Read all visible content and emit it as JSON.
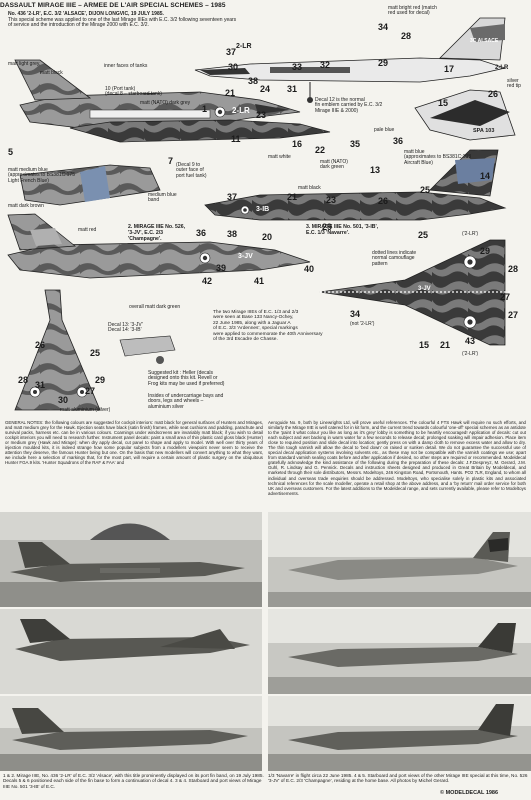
{
  "header": {
    "title": "DASSAULT MIRAGE IIIE – ARMEE DE L'AIR SPECIAL SCHEMES – 1985"
  },
  "intro": {
    "lead": "No. 436 '2-LR', E.C. 3/2 'ALSACE', DIJON LONGVIC, 19 JULY 1985.",
    "text": "This special scheme was applied to one of the last Mirage IIIEs with E.C. 3/2 following seventeen years of service and the introduction of the Mirage 2000 with E.C. 3/2."
  },
  "labels": {
    "matt_light_grey": "matt light grey",
    "matt_black_1": "matt black",
    "inner_faces": "inner faces of tanks",
    "decal_10": "10 (Port tank)\n(decal 8 – starboard tank)",
    "matt_nato_dark_grey": "matt (NATO) dark grey",
    "matt_bright_red": "matt bright red (match\nred used for decal)",
    "silver_red_tip": "silver\nred tip",
    "decal_12": "Decal 12 is the normal\nfin emblem carried by E.C. 3/2\nMirage IIIE & 2000)",
    "matt_white": "matt white",
    "pale_blue": "pale blue",
    "decal_9": "(Decal 9 to\nouter face of\nport fuel tank)",
    "matt_medium_blue": "matt medium blue\n(approximates to BS381C:175\nLight French Blue)",
    "medium_blue_band": "medium blue\nband",
    "matt_blue": "matt blue\n(approximates to BS381C:108\nAircraft Blue)",
    "matt_dark_brown": "matt dark brown",
    "matt_red": "matt red",
    "matt_nato_dark_green": "matt (NATO)\ndark green",
    "matt_black_2": "matt black",
    "overall_matt_dark_green": "overall matt dark green",
    "mirage_526": "2. MIRAGE IIIE No. 526,\n'3-JV', E.C. 2/3\n'Champagne'.",
    "mirage_501": "3. MIRAGE IIIE No. 501, '3-IB',\nE.C. 1/3 'Navarre'.",
    "dotted_lines": "dotted lines indicate\nnormal camouflage\npattern",
    "two_mirage": "The two Mirage IIIEs of E.C. 1/3 and 2/3\nwere seen at Base 133 Nancy-Ochey,\n22 June 1985, along with a Jaguar A\nof E.C. 3/3 'Ardennes', special markings\nwere applied to commemorate the 40th Anniversary\nof the 3rd Escadre de Chasse.",
    "decal_13": "Decal 13: '3-JV'\nDecal 14: '3-IB'",
    "matt_aluminium": "matt aluminium (silver)",
    "suggested_kit": "Suggested kit : Heller (decals\ndesigned onto this kit. Revell or\nFrog kits may be used if preferred)",
    "insides": "Insides of undercarriage bays and\ndoors, legs and wheels –\naluminium silver",
    "lr_note": "('2-LR')",
    "not_2lr": "(not '2-LR')"
  },
  "markings": {
    "code_2lr_a": "2-LR",
    "code_2lr_b": "2-LR",
    "code_2lr_c": "2-LR",
    "code_3jv_a": "3-JV",
    "code_3jv_b": "3-JV",
    "code_3ib": "3-IB",
    "code_spa": "SPA 103",
    "code_alsace": "3C ALSACE"
  },
  "numbers": {
    "n1": "1",
    "n5": "5",
    "n7": "7",
    "n10": "10",
    "n11": "11",
    "n12": "12",
    "n13": "13",
    "n14": "14",
    "n15": "15",
    "n16": "16",
    "n17": "17",
    "n20": "20",
    "n21": "21",
    "n22": "22",
    "n23": "23",
    "n24": "24",
    "n25": "25",
    "n26": "26",
    "n27": "27",
    "n28": "28",
    "n29": "29",
    "n30": "30",
    "n31": "31",
    "n32": "32",
    "n33": "33",
    "n34": "34",
    "n35": "35",
    "n36": "36",
    "n37": "37",
    "n38": "38",
    "n39": "39",
    "n40": "40",
    "n41": "41",
    "n42": "42",
    "n43": "43"
  },
  "body": {
    "col1": "GENERAL NOTES: the following colours are suggested for cockpit interiors: matt black for general surfaces of Hunters and Mirages, and matt medium grey for the Hawk. Ejection seats have black (satin finish) frames, while seat cushions and padding, parachute and survival packs, harness etc. can be in various colours. Coamings under windscreens are invariably matt black; if you wish to detail cockpit interiors you will need to research further. Instrument panel decals: paint a small area of thin plastic card gloss black (Hunter) or medium grey (Hawk and Mirage): when dry apply decal, cut panel to shape and apply to model. With well over thirty years of injection moulded kits, it is indeed strange how some popular subjects from a modellers viewpoint never seem to receive the attention they deserve, the famous Hunter being but one. On the basis that new modellers will convert anything to what they want, we include here a selection of markings that, for the most part, will require a certain amount of plastic surgery on the ubiquitous Hunter FGA.9 kits. 'Hunter Squadrons of the RAF & FAA' and",
    "col2": "Aeroguide No. 9, both by Linewrights Ltd, will prove useful references. The colourful 4 FTS Hawk will require no such efforts, and similarly the Mirage IIIE is well catered for in kit form, and the current trend towards colourful 'one-off' special schemes as an antidote to the 'paint it what colour you like as long as it's grey' lobby is something to be heartily encouraged! Application of decals: cut out each subject and wet backing in warm water for a few seconds to release decal; prolonged soaking will impair adhesion. Place item close to required position and slide decal into location; gently press on with a damp cloth to remove excess water and allow to dry. The thin tough varnish will allow the decal to 'bed down' on raised or sunken detail. We do not guarantee the successful use of special decal application systems involving solvents etc., as these may not be compatible with the varnish coatings we use; apart from standard varnish sealing coats before and after application if desired, no other steps are required or recommended. Modeldecal gratefully acknowledge the kind assistance of the following during the preparation of these decals: J.F.Despreyz, M. Gerard, J.M. Guhl, R. Lindsay and G. Pennick. Decals and instruction sheets designed and produced in Great Britain by Modeldecal, and marketed through their sole distributors, Messrs. Modeltoys, 246 Kingston Road, Portsmouth, Hants. PO2 7LR, England, to whom all individual and overseas trade enquiries should be addressed. Modeltoys, who specialise solely in plastic kits and associated technical references for the scale modeller, operate a retail shop at the above address, and a 'by return' mail order service for both UK and overseas customers. For the latest additions to the Modeldecal range, and sets currently available, please refer to Modeltoys advertisements."
  },
  "footer": {
    "left": "1 & 2.  Mirage IIIE, No. 436 '2-LR' of E.C. 3/2 'Alsace', with this title prominently displayed on its port fin band, on 19 July 1985. Decals 5 & 6 positioned each side of the fin base to form a continuation of decal 4. 3 & 4. Starboard and port views of Mirage IIIE No. 501 '3-IB' of E.C.",
    "right": "1/3 'Navarre' in flight circa 22 June 1985. 4 & 5. Starboard and port views of the other Mirage IIIE special at this time, No. 526 '3-JV' of E.C. 2/3 'Champagne', residing at the home base. All photos by Michel Gerard.",
    "copyright": "© MODELDECAL 1986"
  },
  "colors": {
    "paper": "#f4f3ee",
    "camo_grey": "#8f8f8f",
    "camo_dark": "#4a4a4a",
    "camo_light": "#c8c8c8"
  }
}
